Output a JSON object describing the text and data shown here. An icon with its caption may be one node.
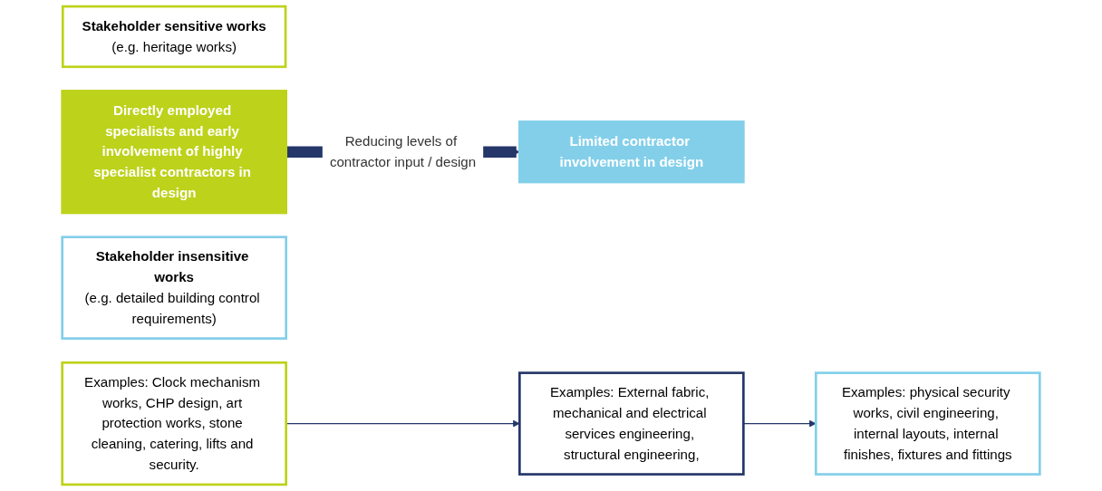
{
  "diagram": {
    "nodes": [
      {
        "text": [
          "Stakeholder sensitive works",
          "(e.g. heritage works)"
        ]
      },
      {
        "text": [
          "Directly employed specialists and early involvement of highly specialist contractors in design"
        ]
      },
      {
        "text": [
          "Stakeholder insensitive works",
          "(e.g. detailed building control requirements)"
        ]
      },
      {
        "text": [
          "Limited contractor involvement in design"
        ]
      },
      {
        "text": [
          "Examples: Clock mechanism works, CHP design, art protection works, stone cleaning, catering, lifts and security."
        ]
      },
      {
        "text": [
          "Examples: External fabric, mechanical and electrical services engineering, structural engineering,"
        ]
      },
      {
        "text": [
          "Examples: physical security works, civil engineering, internal layouts, internal finishes, fixtures and fittings"
        ]
      }
    ],
    "edges": [
      {
        "from": 1,
        "to": 3,
        "arrow": "to",
        "label": "Reducing levels of contractor input / design",
        "style": "thick"
      },
      {
        "from": 4,
        "to": 5,
        "arrow": "to"
      },
      {
        "from": 5,
        "to": 6,
        "arrow": "to"
      }
    ]
  }
}
